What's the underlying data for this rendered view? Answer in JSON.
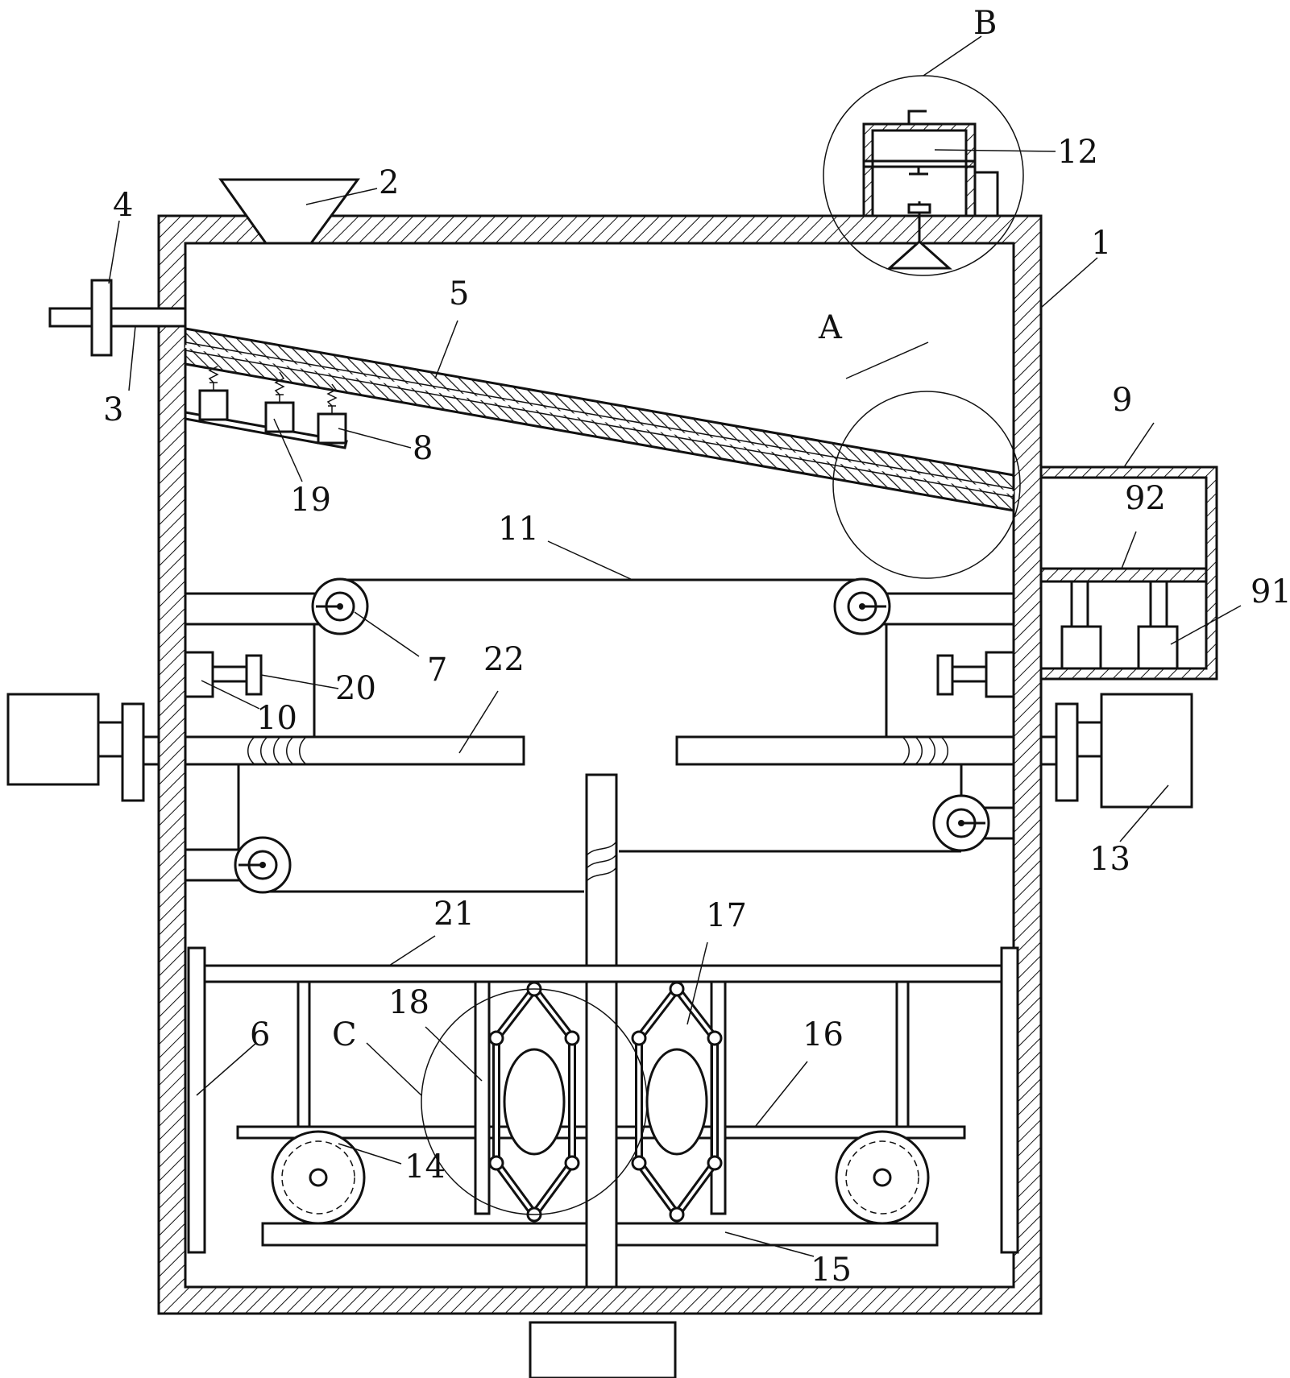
{
  "labels": {
    "b": "B",
    "l12": "12",
    "l2": "2",
    "l4": "4",
    "l1": "1",
    "l5": "5",
    "a": "A",
    "l3": "3",
    "l8": "8",
    "l9": "9",
    "l92": "92",
    "l19": "19",
    "l11": "11",
    "l91": "91",
    "l7": "7",
    "l22": "22",
    "l20": "20",
    "l10": "10",
    "l13": "13",
    "l21": "21",
    "l17": "17",
    "l18": "18",
    "c": "C",
    "l6": "6",
    "l16": "16",
    "l14": "14",
    "l15": "15"
  }
}
